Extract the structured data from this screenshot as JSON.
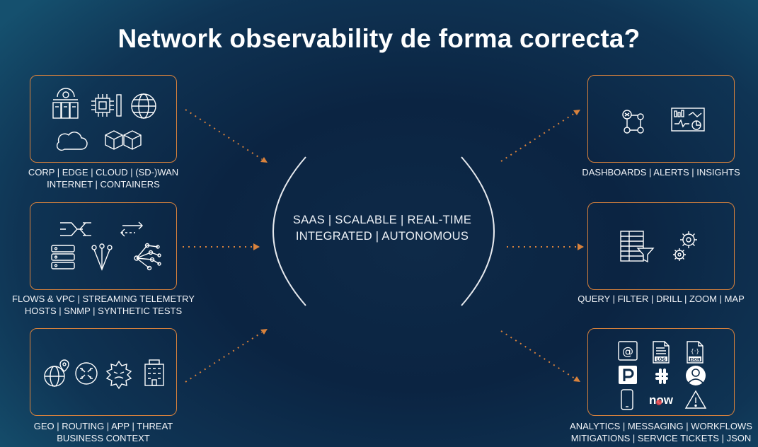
{
  "title": "Network observability de forma correcta?",
  "center": {
    "line1": "SAAS | SCALABLE | REAL-TIME",
    "line2": "INTEGRATED | AUTONOMOUS"
  },
  "sources": {
    "sources_top": {
      "line1": "CORP | EDGE | CLOUD | (SD-)WAN",
      "line2": "INTERNET | CONTAINERS",
      "icons": [
        "datacenter-icon",
        "chip-icon",
        "globe-icon",
        "cloud-icon",
        "containers-icon"
      ]
    },
    "sources_mid": {
      "line1": "FLOWS & VPC | STREAMING TELEMETRY",
      "line2": "HOSTS | SNMP | SYNTHETIC TESTS",
      "icons": [
        "flow-icon",
        "arrows-icon",
        "server-stack-icon",
        "tree-icon",
        "network-graph-icon"
      ]
    },
    "sources_bot": {
      "line1": "GEO | ROUTING | APP | THREAT",
      "line2": "BUSINESS CONTEXT",
      "icons": [
        "geo-globe-icon",
        "router-icon",
        "threat-icon",
        "building-icon"
      ]
    }
  },
  "outputs": {
    "outputs_top": {
      "line1": "DASHBOARDS | ALERTS | INSIGHTS",
      "icons": [
        "graph-nodes-icon",
        "dashboard-icon"
      ]
    },
    "outputs_mid": {
      "line1": "QUERY | FILTER | DRILL | ZOOM | MAP",
      "icons": [
        "table-filter-icon",
        "gears-icon"
      ]
    },
    "outputs_bot": {
      "line1": "ANALYTICS | MESSAGING | WORKFLOWS",
      "line2": "MITIGATIONS | SERVICE TICKETS | JSON",
      "icons": [
        "email-icon",
        "log-file-icon",
        "json-file-icon",
        "pagerduty-icon",
        "slack-icon",
        "splunk-icon",
        "mobile-icon",
        "servicenow-logo",
        "warning-icon"
      ],
      "log_label": "LOG",
      "json_label": "JSON",
      "brand_text": "now"
    }
  },
  "colors": {
    "accent": "#d9823c",
    "background": "#0b2442",
    "text": "#ffffff"
  }
}
